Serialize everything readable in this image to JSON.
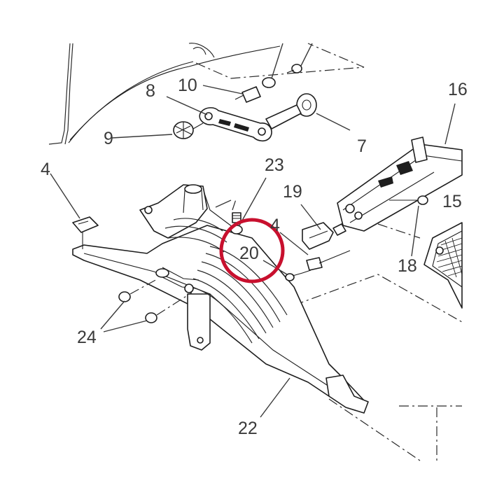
{
  "callouts": {
    "c4a": "4",
    "c4b": "4",
    "c7": "7",
    "c8": "8",
    "c9": "9",
    "c10": "10",
    "c15": "15",
    "c16": "16",
    "c18": "18",
    "c19": "19",
    "c20": "20",
    "c22": "22",
    "c23": "23",
    "c24": "24"
  },
  "colors": {
    "highlight": "#c8102e",
    "ink": "#1e1e1e"
  }
}
